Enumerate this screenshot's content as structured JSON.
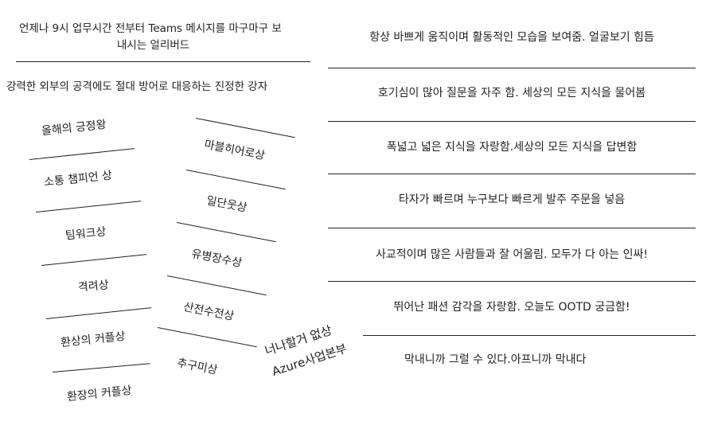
{
  "left_top": {
    "desc1": "언제나 9시 업무시간 전부터 Teams 메시지를 마구마구 보 내시는 얼리버드",
    "desc1_line1": "언제나 9시 업무시간 전부터 Teams 메시지를 마구마구 보",
    "desc1_line2": "내시는 얼리버드",
    "desc2": "강력한 외부의 공격에도 절대 방어로 대응하는 진정한 강자"
  },
  "awards_left": [
    "올해의 긍정왕",
    "소통 챔피언 상",
    "팀워크상",
    "격려상",
    "환상의 커플상",
    "환장의 커플상"
  ],
  "awards_mid": [
    "마블히어로상",
    "일단웃상",
    "유병장수상",
    "산전수전상",
    "추구미상"
  ],
  "stamp": {
    "line1": "너나할거 없상",
    "line2": "Azure사업본부"
  },
  "right_items": [
    "항상 바쁘게 움직이며 활동적인 모습을 보여줌. 얼굴보기 힘듬",
    "호기심이 많아 질문을 자주 함. 세상의 모든 지식을 물어봄",
    "폭넓고 넓은 지식을 자랑함.세상의 모든 지식을 답변함",
    "타자가 빠르며 누구보다 빠르게 발주 주문을 넣음",
    "사교적이며 많은 사람들과 잘 어울림. 모두가 다 아는 인싸!",
    "뛰어난 패션 감각을 자랑함. 오늘도 OOTD 궁금함!",
    "막내니까 그럴 수 있다.아프니까 막내다"
  ],
  "colors": {
    "text": "#222222",
    "line": "#222222",
    "background": "#ffffff"
  }
}
